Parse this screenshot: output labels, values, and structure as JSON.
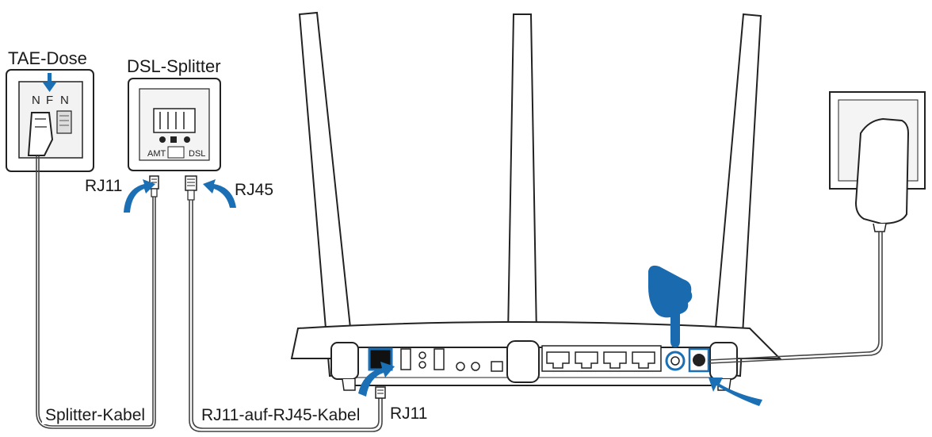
{
  "labels": {
    "tae_dose": "TAE-Dose",
    "tae_n_left": "N",
    "tae_f": "F",
    "tae_n_right": "N",
    "dsl_splitter": "DSL-Splitter",
    "splitter_amt": "AMT",
    "splitter_dsl": "DSL",
    "rj11_left": "RJ11",
    "rj45": "RJ45",
    "splitter_kabel": "Splitter-Kabel",
    "rj11_rj45_kabel": "RJ11-auf-RJ45-Kabel",
    "rj11_bottom": "RJ11"
  },
  "colors": {
    "arrow_blue": "#1b6fb5",
    "hand_blue": "#1a6ab0",
    "line": "#222222"
  },
  "icons": [
    "arrow-down-icon",
    "curved-arrow-icon",
    "pointing-hand-icon",
    "power-adapter-icon"
  ]
}
